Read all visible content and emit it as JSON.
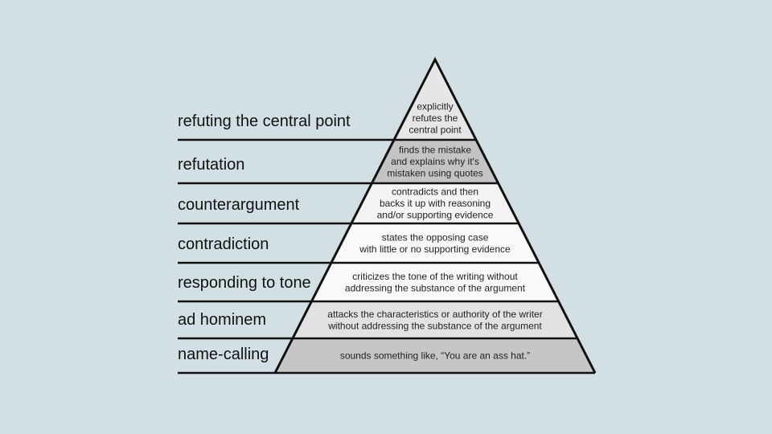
{
  "levels": [
    {
      "label": "refuting the central point",
      "description": [
        "explicitly",
        "refutes the",
        "central point"
      ],
      "fill": "#e6e6e6"
    },
    {
      "label": "refutation",
      "description": [
        "finds the mistake",
        "and explains why it's",
        "mistaken using quotes"
      ],
      "fill": "#c4c4c4"
    },
    {
      "label": "counterargument",
      "description": [
        "contradicts and then",
        "backs it up with reasoning",
        "and/or supporting evidence"
      ],
      "fill": "#f4f4f4"
    },
    {
      "label": "contradiction",
      "description": [
        "states the opposing case",
        "with little or no supporting evidence"
      ],
      "fill": "#fafafa"
    },
    {
      "label": "responding to tone",
      "description": [
        "criticizes the tone of the writing without",
        "addressing the substance of the argument"
      ],
      "fill": "#fafafa"
    },
    {
      "label": "ad hominem",
      "description": [
        "attacks the characteristics or authority of the writer",
        "without addressing the substance of the argument"
      ],
      "fill": "#e2e2e2"
    },
    {
      "label": "name-calling",
      "description": [
        "sounds something like, “You are an ass hat.”"
      ],
      "fill": "#c6c6c6"
    }
  ],
  "colors": {
    "background": "#d2e0e3",
    "stroke": "#111111"
  }
}
